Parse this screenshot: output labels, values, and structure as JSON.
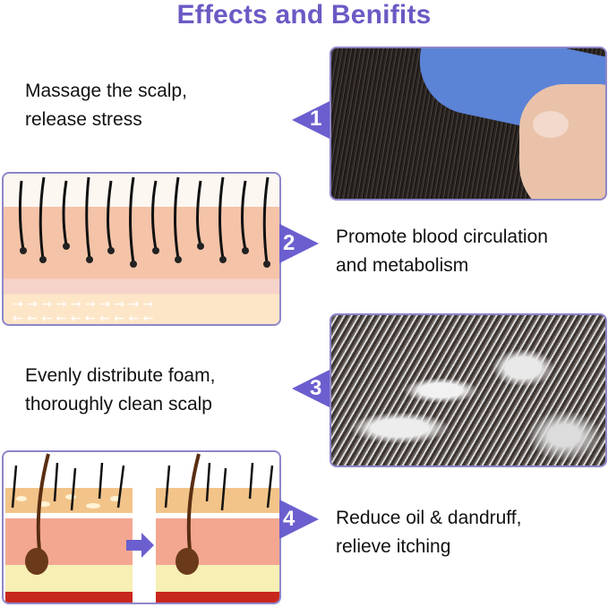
{
  "title": "Effects and Benifits",
  "colors": {
    "accent": "#6a5ac4",
    "badge": "#6b5fcf"
  },
  "items": [
    {
      "number": "1",
      "line1": "Massage the scalp,",
      "line2": "release stress"
    },
    {
      "number": "2",
      "line1": "Promote blood circulation",
      "line2": "and metabolism"
    },
    {
      "number": "3",
      "line1": "Evenly distribute foam,",
      "line2": "thoroughly clean scalp"
    },
    {
      "number": "4",
      "line1": "Reduce oil & dandruff,",
      "line2": "relieve itching"
    }
  ]
}
